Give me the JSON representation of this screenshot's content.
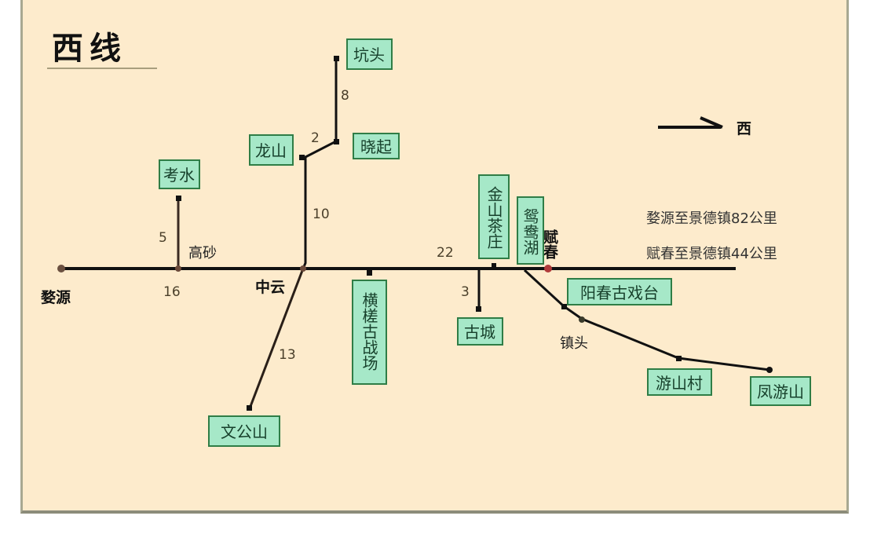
{
  "title": "西线",
  "direction": {
    "label": "西"
  },
  "notes": [
    "婺源至景德镇82公里",
    "赋春至景德镇44公里"
  ],
  "towns": {
    "wuyuan": "婺源",
    "gaosha": "高砂",
    "zhongyun": "中云",
    "fuchun": "赋春",
    "zhentou": "镇头"
  },
  "attractions": {
    "kaoshui": "考水",
    "longshan": "龙山",
    "kengtou": "坑头",
    "xiaoqi": "晓起",
    "wengongshan": "文公山",
    "henghuai": "横槎古战场",
    "jinshan": "金山茶庄",
    "yuanyanghu": "鸳鸯湖",
    "gucheng": "古城",
    "yangchun": "阳春古戏台",
    "youshancun": "游山村",
    "fengyoushan": "凤游山"
  },
  "distances": {
    "wuyuan_gaosha": "16",
    "gaosha_kaoshui": "5",
    "zhongyun_longshan": "10",
    "longshan_xiaoqi": "2",
    "xiaoqi_kengtou": "8",
    "zhongyun_wengongshan": "13",
    "zhongyun_fuchun": "22",
    "main_gucheng": "3"
  },
  "colors": {
    "background": "#fdebcc",
    "box_fill": "#a6e8c8",
    "box_border": "#2f7d46",
    "line": "#111111",
    "junction": "#6b4a3a",
    "fuchun_node": "#b03a3a"
  }
}
